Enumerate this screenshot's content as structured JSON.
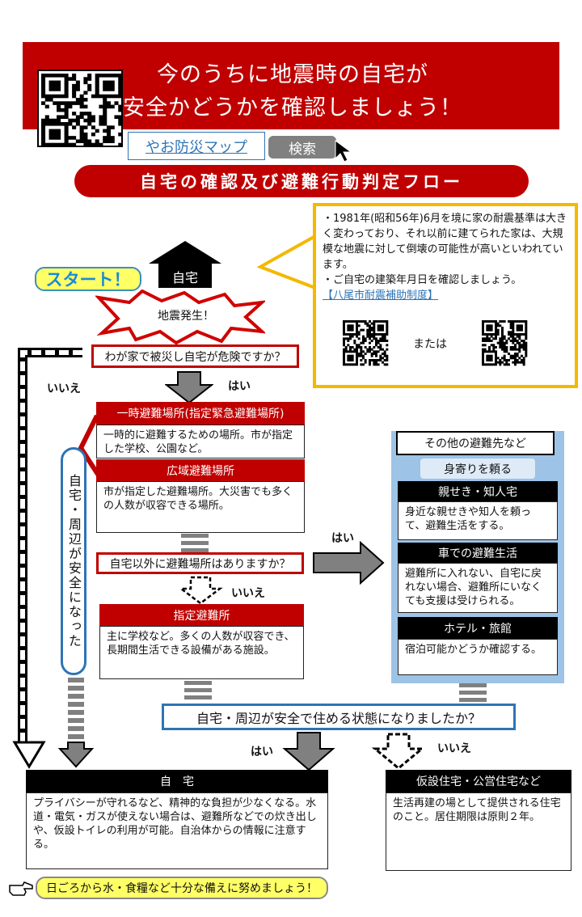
{
  "banner": {
    "title_line1": "今のうちに地震時の自宅が",
    "title_line2": "安全かどうかを確認しましょう！"
  },
  "search": {
    "link_label": "やお防災マップ",
    "button_label": "検索"
  },
  "flow_title": "自宅の確認及び避難行動判定フロー",
  "info": {
    "text1": "・1981年(昭和56年)6月を境に家の耐震基準は大きく変わっており、それ以前に建てられた家は、大規模な地震に対して倒壊の可能性が高いといわれています。",
    "text2": "・ご自宅の建築年月日を確認しましょう。",
    "link": "【八尾市耐震補助制度】",
    "or_label": "または"
  },
  "start_label": "スタート！",
  "home_label": "自宅",
  "quake_label": "地震発生！",
  "q1": "わが家で被災し自宅が危険ですか？",
  "labels": {
    "yes": "はい",
    "no": "いいえ"
  },
  "temp_shelter": {
    "title": "一時避難場所(指定緊急避難場所)",
    "desc": "一時的に避難するための場所。市が指定した学校、公園など。"
  },
  "wide_shelter": {
    "title": "広域避難場所",
    "desc": "市が指定した避難場所。大災害でも多くの人数が収容できる場所。"
  },
  "safe_vertical": "自宅・周辺が安全になった",
  "q2": "自宅以外に避難場所はありますか？",
  "designated": {
    "title": "指定避難所",
    "desc": "主に学校など。多くの人数が収容でき、長期間生活できる設備がある施設。"
  },
  "other": {
    "title": "その他の避難先など",
    "relatives_pill": "身寄りを頼る",
    "relatives_title": "親せき・知人宅",
    "relatives_desc": "身近な親せきや知人を頼って、避難生活をする。",
    "car_title": "車での避難生活",
    "car_desc": "避難所に入れない、自宅に戻れない場合、避難所にいなくても支援は受けられる。",
    "hotel_title": "ホテル・旅館",
    "hotel_desc": "宿泊可能かどうか確認する。"
  },
  "q3": "自宅・周辺が安全で住める状態になりましたか？",
  "home_final": {
    "title": "自　宅",
    "desc": "プライバシーが守れるなど、精神的な負担が少なくなる。水道・電気・ガスが使えない場合は、避難所などでの炊き出しや、仮設トイレの利用が可能。自治体からの情報に注意する。"
  },
  "temp_housing": {
    "title": "仮設住宅・公営住宅など",
    "desc": "生活再建の場として提供される住宅のこと。居住期限は原則２年。"
  },
  "tip": "日ごろから水・食糧など十分な備えに努めましょう！",
  "colors": {
    "red": "#c00000",
    "blue": "#2e74b5",
    "yellow_border": "#f4b800",
    "panel_blue": "#9dc3e6"
  }
}
